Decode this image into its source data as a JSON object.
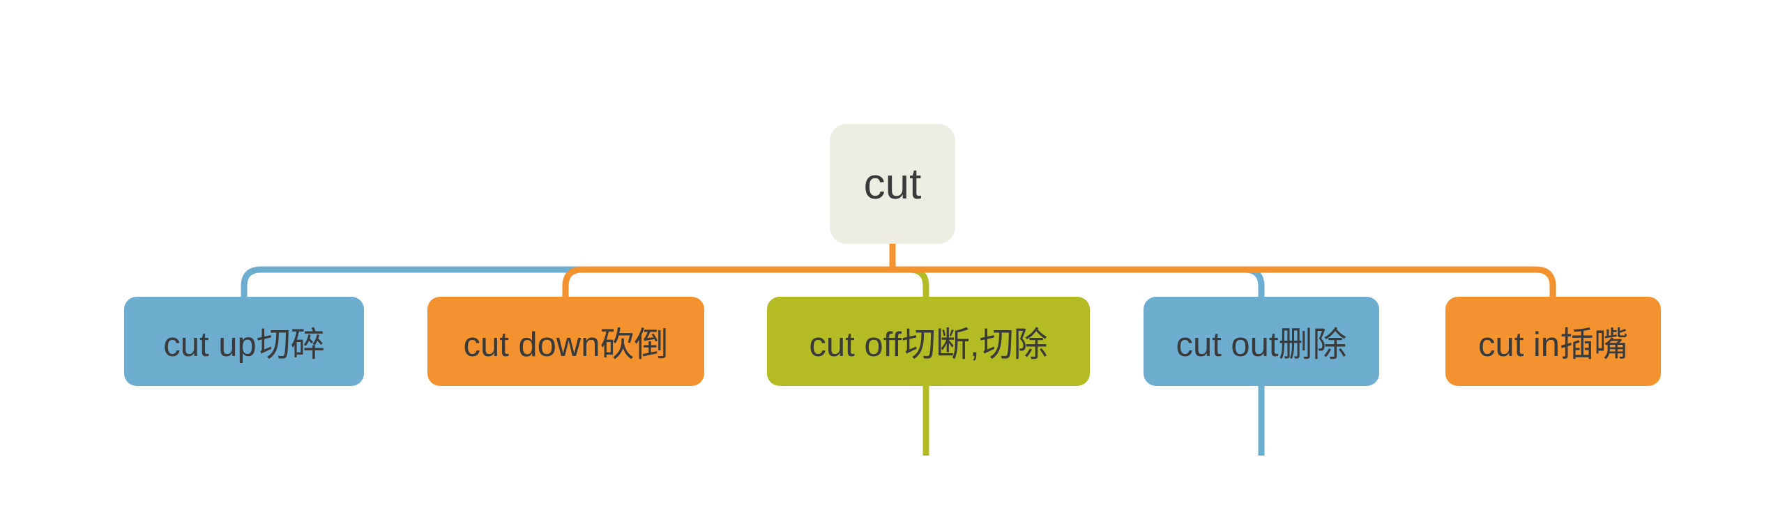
{
  "diagram": {
    "type": "mindmap",
    "background_color": "#ffffff",
    "text_color": "#3a3a3a",
    "root": {
      "label": "cut",
      "fill": "#edede3",
      "stem_color": "#f2932f"
    },
    "children": [
      {
        "label": "cut up切碎",
        "color": "#6cadd0",
        "stub_below": false
      },
      {
        "label": "cut down砍倒",
        "color": "#f2932f",
        "stub_below": false
      },
      {
        "label": "cut off切断,切除",
        "color": "#b3bc23",
        "stub_below": true
      },
      {
        "label": "cut out删除",
        "color": "#6cadd0",
        "stub_below": true
      },
      {
        "label": "cut in插嘴",
        "color": "#f2932f",
        "stub_below": false
      }
    ]
  }
}
